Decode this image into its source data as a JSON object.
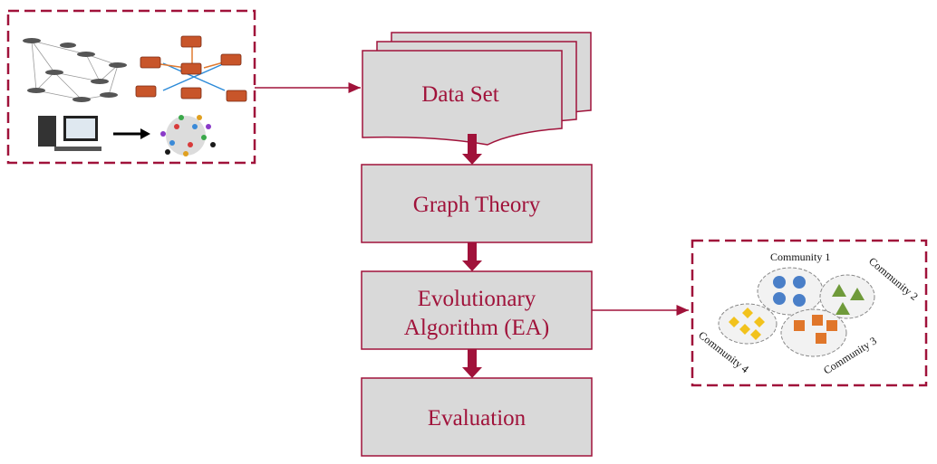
{
  "flow": {
    "steps": [
      {
        "id": "data-set",
        "label": "Data Set"
      },
      {
        "id": "graph-theory",
        "label": "Graph Theory"
      },
      {
        "id": "ea",
        "label_line1": "Evolutionary",
        "label_line2": "Algorithm (EA)"
      },
      {
        "id": "evaluation",
        "label": "Evaluation"
      }
    ]
  },
  "communities": {
    "labels": [
      "Community 1",
      "Community 2",
      "Community 3",
      "Community 4"
    ]
  },
  "colors": {
    "accent": "#a0123a",
    "box_fill": "#d9d9d9",
    "blue": "#4a7fc8",
    "green": "#6f9a3a",
    "orange": "#e0762a",
    "yellow": "#f2c21c"
  }
}
